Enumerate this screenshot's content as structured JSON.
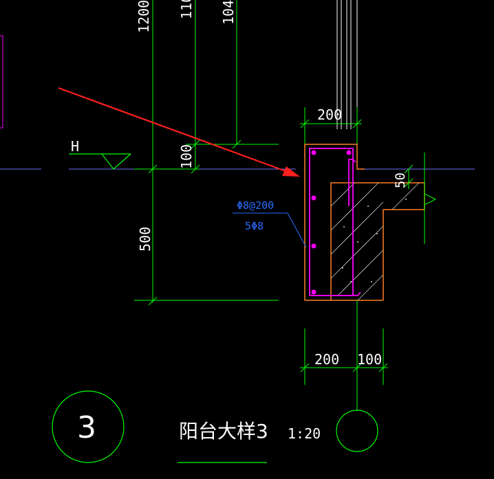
{
  "drawing": {
    "level_mark": "H",
    "dims_vertical_top": [
      "1200",
      "110",
      "104"
    ],
    "dim_100_vertical": "100",
    "dim_500_vertical": "500",
    "dim_50_vertical": "50",
    "dim_top_width": "200",
    "dim_bottom_left": "200",
    "dim_bottom_right": "100",
    "rebar_stirrup": "Φ8@200",
    "rebar_longitudinal": "5Φ8",
    "detail_number": "3",
    "detail_title": "阳台大样3",
    "detail_scale": "1:20"
  },
  "colors": {
    "background": "#000000",
    "dimension_green": "#00ff00",
    "text_white": "#ffffff",
    "concrete_orange": "#ff7f27",
    "rebar_magenta": "#ff00ff",
    "annotation_blue": "#2a6cff",
    "leader_arrow_red": "#ff2020",
    "axis_purple": "#7070ff",
    "hatch_white": "#d0d0d0"
  }
}
